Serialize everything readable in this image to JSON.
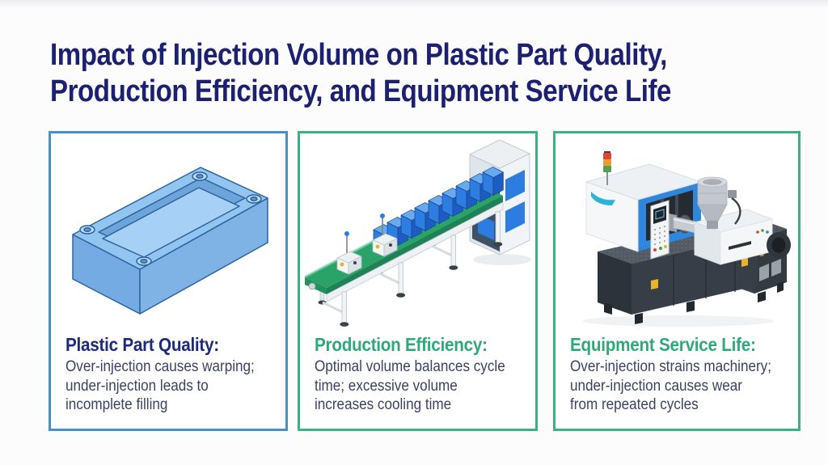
{
  "title": {
    "line1": "Impact of Injection Volume on Plastic Part Quality,",
    "line2": "Production Efficiency, and Equipment Service Life"
  },
  "theme": {
    "background": "#fcfcfd",
    "title_color": "#1b2170",
    "blue_border": "#4a90c8",
    "green_border": "#3ab384",
    "blue_heading": "#1c2b7a",
    "green_heading": "#2fa97b",
    "body_color": "#3b4264",
    "mold_blue": "#93c5f1",
    "belt_green": "#2aa368",
    "box_blue": "#2e7de0",
    "machine_dark": "#383e47",
    "machine_accent_blue": "#2e86dd"
  },
  "panels": [
    {
      "heading": "Plastic Part Quality:",
      "accent": "blue",
      "illustration": "plastic-mold-block",
      "body_lines": [
        "Over-injection causes warping;",
        "under-injection leads to",
        "incomplete filling"
      ]
    },
    {
      "heading": "Production Efficiency:",
      "accent": "green",
      "illustration": "conveyor-belt-line",
      "body_lines": [
        "Optimal volume balances cycle",
        "time; excessive volume",
        "increases cooling time"
      ]
    },
    {
      "heading": "Equipment Service Life:",
      "accent": "green",
      "illustration": "injection-molding-machine",
      "body_lines": [
        "Over-injection strains machinery;",
        "under-injection causes wear",
        "from repeated cycles"
      ]
    }
  ]
}
